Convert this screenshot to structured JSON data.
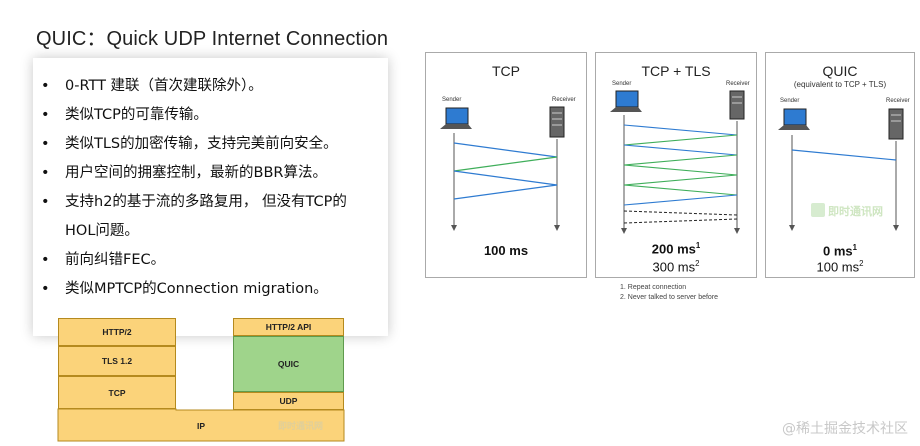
{
  "title": "QUIC：Quick UDP Internet Connection",
  "bullets": [
    "0-RTT 建联（首次建联除外）。",
    "类似TCP的可靠传输。",
    "类似TLS的加密传输，支持完美前向安全。",
    "用户空间的拥塞控制，最新的BBR算法。",
    "支持h2的基于流的多路复用， 但没有TCP的",
    "HOL问题。",
    "前向纠错FEC。",
    "类似MPTCP的Connection migration。"
  ],
  "bullet_marker": "•",
  "stack_left": {
    "http2": "HTTP/2",
    "tls": "TLS 1.2",
    "tcp": "TCP",
    "ip": "IP"
  },
  "stack_right": {
    "http2api": "HTTP/2 API",
    "quic": "QUIC",
    "udp": "UDP"
  },
  "logo_text": "即时通讯网",
  "panels": {
    "tcp": {
      "title": "TCP",
      "sender": "Sender",
      "receiver": "Receiver",
      "ms": "100 ms"
    },
    "tcptls": {
      "title": "TCP + TLS",
      "sender": "Sender",
      "receiver": "Receiver",
      "ms1": "200 ms",
      "sup1": "1",
      "ms2": "300 ms",
      "sup2": "2"
    },
    "quic": {
      "title": "QUIC",
      "subtitle": "(equivalent to TCP + TLS)",
      "sender": "Sender",
      "receiver": "Receiver",
      "ms1": "0 ms",
      "sup1": "1",
      "ms2": "100 ms",
      "sup2": "2"
    }
  },
  "notes": [
    "1. Repeat connection",
    "2. Never talked to server before"
  ],
  "watermark": "@稀土掘金技术社区",
  "colors": {
    "blue": "#2e7bd1",
    "green": "#3fae5a",
    "block": "#fbd37a",
    "quic_block": "#9fd48b"
  }
}
